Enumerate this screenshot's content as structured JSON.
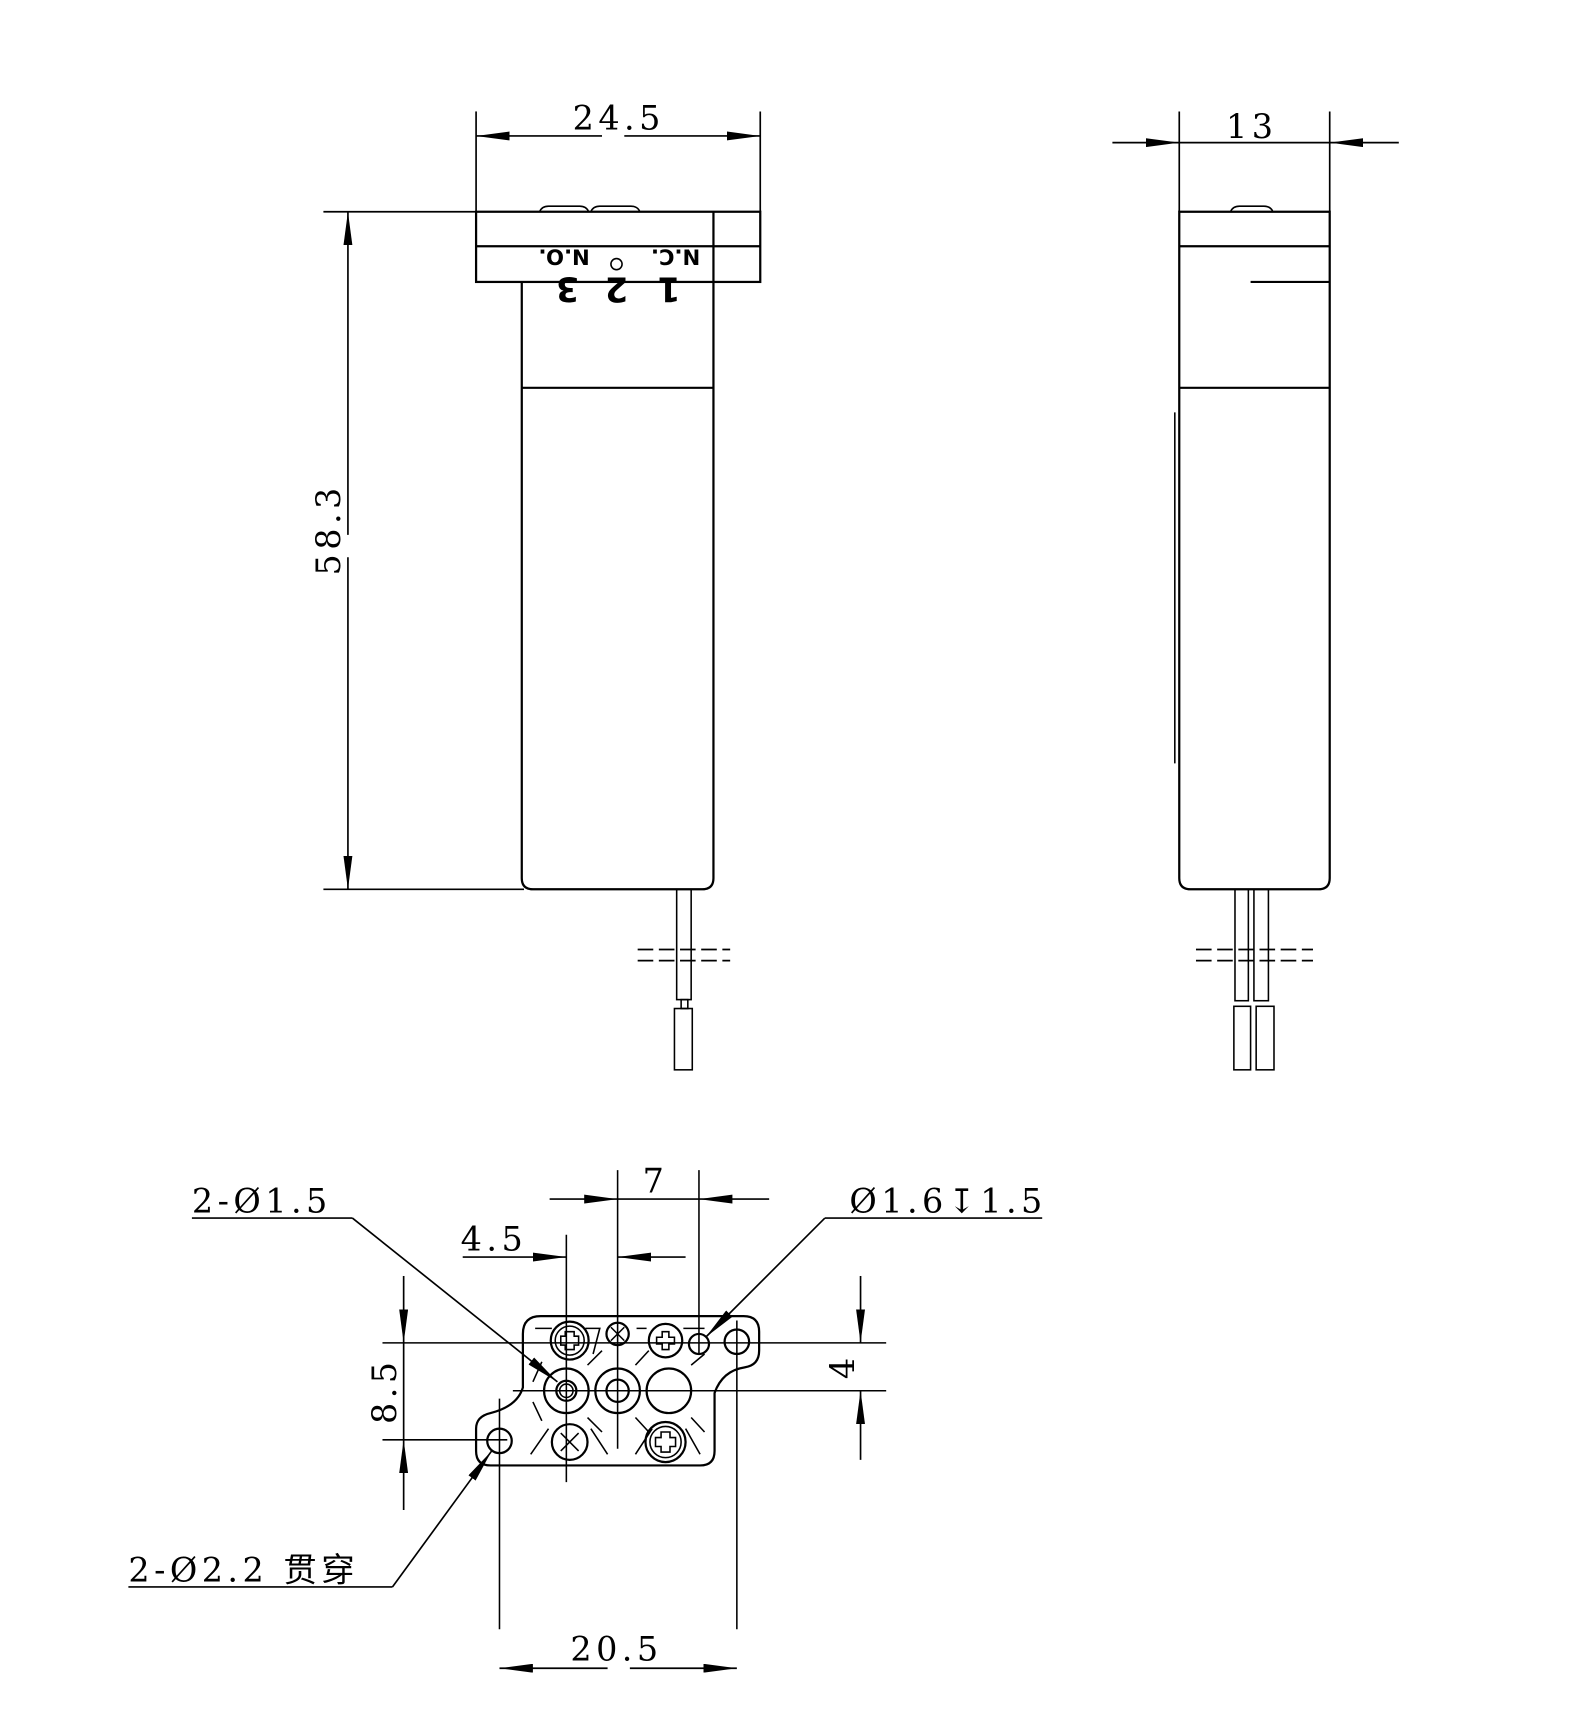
{
  "front_view": {
    "width_dim": "24.5",
    "height_dim": "58.3",
    "terminals": {
      "no": "N.O.",
      "nc": "N.C.",
      "t1": "1",
      "t2": "2",
      "t3": "3"
    }
  },
  "side_view": {
    "width_dim": "13"
  },
  "bottom_view": {
    "dim_7": "7",
    "dim_4_5": "4.5",
    "dim_8_5": "8.5",
    "dim_4": "4",
    "dim_20_5": "20.5",
    "callout_holes_small": "2-Ø1.5",
    "callout_hole_depth": "Ø1.6↧1.5",
    "callout_holes_through": "2-Ø2.2 贯穿"
  }
}
